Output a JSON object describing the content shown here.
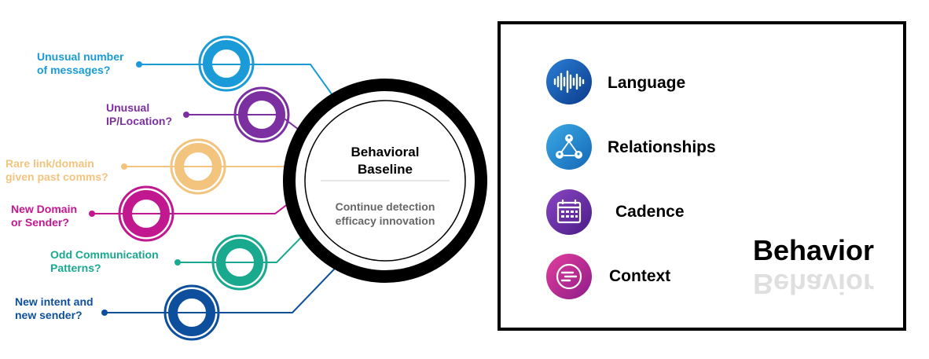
{
  "center": {
    "title_line1": "Behavioral",
    "title_line2": "Baseline",
    "subtitle_line1": "Continue detection",
    "subtitle_line2": "efficacy innovation"
  },
  "signals": [
    {
      "line1": "Unusual number",
      "line2": "of messages?",
      "color": "#1a9bd7"
    },
    {
      "line1": "Unusual",
      "line2": "IP/Location?",
      "color": "#7b2fa0"
    },
    {
      "line1": "Rare link/domain",
      "line2": "given past comms?",
      "color": "#f2c47e"
    },
    {
      "line1": "New Domain",
      "line2": "or Sender?",
      "color": "#c2188f"
    },
    {
      "line1": "Odd Communication",
      "line2": "Patterns?",
      "color": "#19a98f"
    },
    {
      "line1": "New intent and",
      "line2": "new sender?",
      "color": "#0d4f9c"
    }
  ],
  "features": [
    {
      "label": "Language",
      "icon": "sound-wave-icon",
      "color": "#1b5fbf"
    },
    {
      "label": "Relationships",
      "icon": "network-people-icon",
      "color": "#1c8fd6"
    },
    {
      "label": "Cadence",
      "icon": "calendar-icon",
      "color": "#6a2ea6"
    },
    {
      "label": "Context",
      "icon": "chat-context-icon",
      "color": "#c2187f"
    }
  ],
  "behavior": {
    "word": "Behavior",
    "icon": "fingerprint-icon",
    "color": "#11a88a"
  }
}
